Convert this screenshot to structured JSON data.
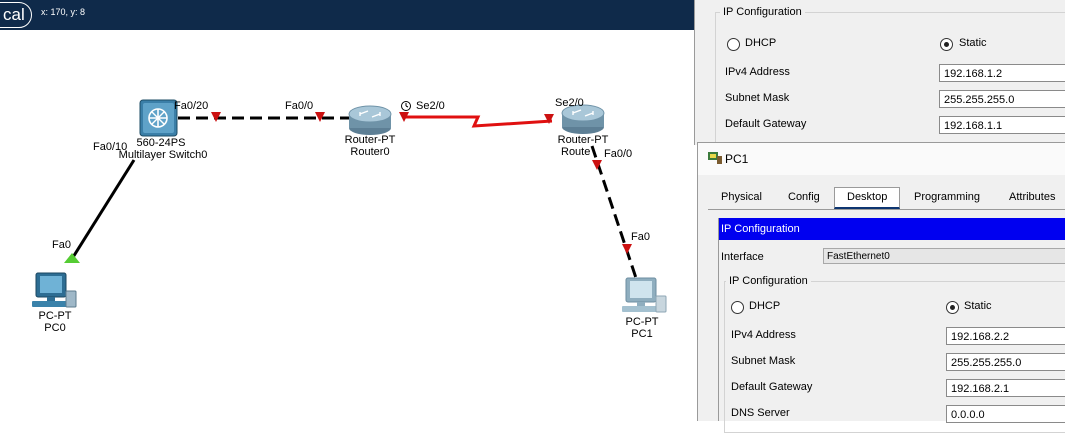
{
  "topbar": {
    "mode_label": "cal",
    "coords": "x: 170, y: 8"
  },
  "colors": {
    "topbar": "#0f2a4a",
    "serial_link": "#e01010",
    "ip_header": "#0000f0",
    "link_up": "#55cc33",
    "link_down": "#cc1111"
  },
  "topology": {
    "devices": [
      {
        "id": "switch0",
        "model": "560-24PS",
        "name": "Multilayer Switch0",
        "icon": "multilayer-switch-icon"
      },
      {
        "id": "router0",
        "model": "Router-PT",
        "name": "Router0",
        "icon": "router-icon"
      },
      {
        "id": "router1",
        "model": "Router-PT",
        "name": "Route",
        "icon": "router-icon"
      },
      {
        "id": "pc0",
        "model": "PC-PT",
        "name": "PC0",
        "icon": "pc-icon"
      },
      {
        "id": "pc1",
        "model": "PC-PT",
        "name": "PC1",
        "icon": "pc-icon"
      }
    ],
    "port_labels": {
      "sw_fa020": "Fa0/20",
      "r0_fa00": "Fa0/0",
      "r0_se20": "Se2/0",
      "r1_se20": "Se2/0",
      "sw_fa010": "Fa0/10",
      "r1_fa00": "Fa0/0",
      "pc0_fa0": "Fa0",
      "pc1_fa0": "Fa0"
    }
  },
  "router1_dialog": {
    "group_title": "IP Configuration",
    "dhcp_label": "DHCP",
    "static_label": "Static",
    "mode": "static",
    "fields": [
      {
        "label": "IPv4 Address",
        "value": "192.168.1.2"
      },
      {
        "label": "Subnet Mask",
        "value": "255.255.255.0"
      },
      {
        "label": "Default Gateway",
        "value": "192.168.1.1"
      }
    ]
  },
  "pc1_dialog": {
    "title": "PC1",
    "tabs": [
      "Physical",
      "Config",
      "Desktop",
      "Programming",
      "Attributes"
    ],
    "active_tab": "Desktop",
    "header": "IP Configuration",
    "interface_label": "Interface",
    "interface_value": "FastEthernet0",
    "group_title": "IP Configuration",
    "dhcp_label": "DHCP",
    "static_label": "Static",
    "mode": "static",
    "fields": [
      {
        "label": "IPv4 Address",
        "value": "192.168.2.2"
      },
      {
        "label": "Subnet Mask",
        "value": "255.255.255.0"
      },
      {
        "label": "Default Gateway",
        "value": "192.168.2.1"
      },
      {
        "label": "DNS Server",
        "value": "0.0.0.0"
      }
    ]
  }
}
